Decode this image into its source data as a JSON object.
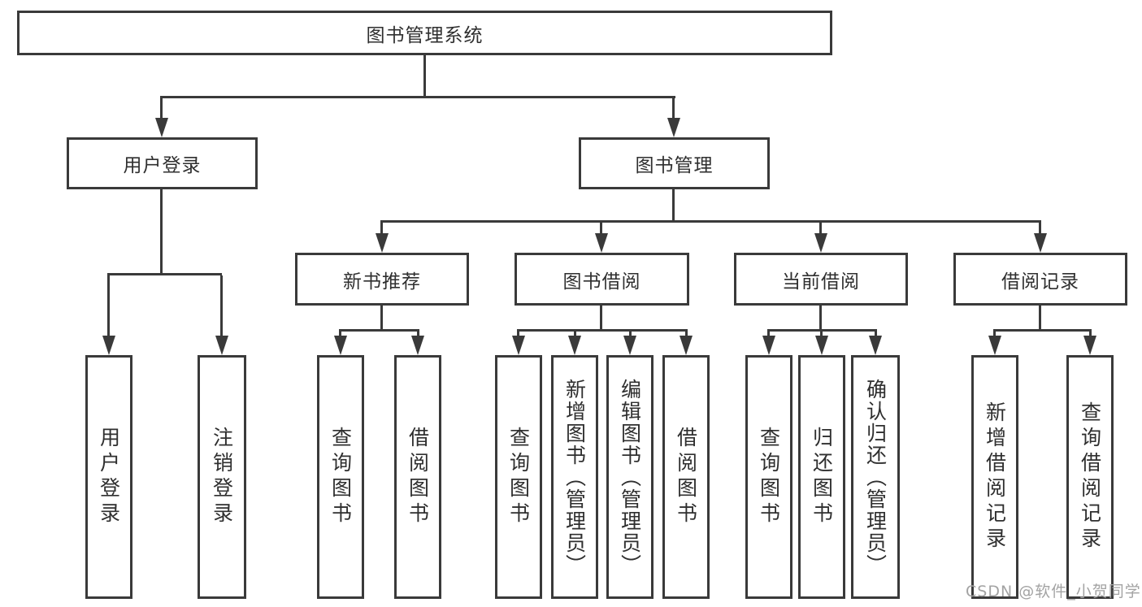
{
  "diagram": {
    "root": "图书管理系统",
    "level2": [
      "用户登录",
      "图书管理"
    ],
    "level3": [
      "新书推荐",
      "图书借阅",
      "当前借阅",
      "借阅记录"
    ],
    "leaves": [
      "用户登录",
      "注销登录",
      "查询图书",
      "借阅图书",
      "查询图书",
      "新增图书（管理员）",
      "编辑图书（管理员）",
      "借阅图书",
      "查询图书",
      "归还图书",
      "确认归还（管理员）",
      "新增借阅记录",
      "查询借阅记录"
    ]
  },
  "watermark": "CSDN @软件_小贺同学",
  "colors": {
    "line": "#3a3a3a",
    "text": "#2f2f2f",
    "watermark": "#a3a3a3",
    "node_background": "#ffffff"
  }
}
